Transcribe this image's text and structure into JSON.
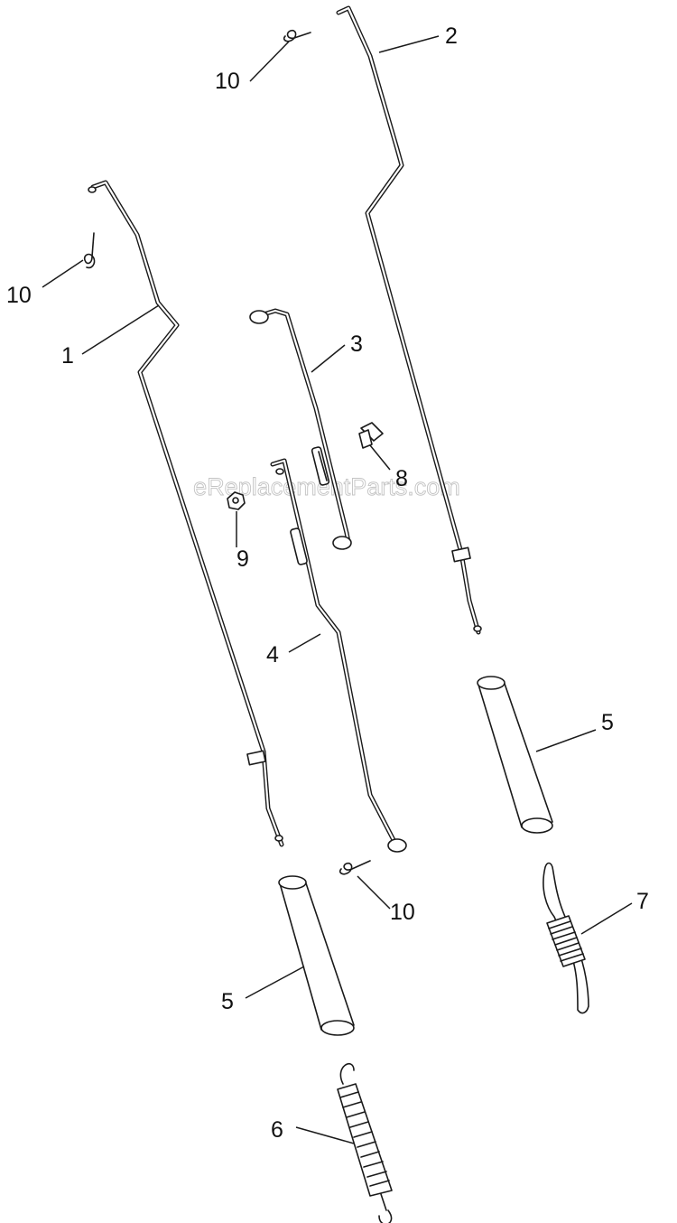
{
  "watermark": "eReplacementParts.com",
  "callouts": {
    "c1": "1",
    "c2": "2",
    "c3": "3",
    "c4": "4",
    "c5a": "5",
    "c5b": "5",
    "c6": "6",
    "c7": "7",
    "c8": "8",
    "c9": "9",
    "c10a": "10",
    "c10b": "10",
    "c10c": "10"
  }
}
